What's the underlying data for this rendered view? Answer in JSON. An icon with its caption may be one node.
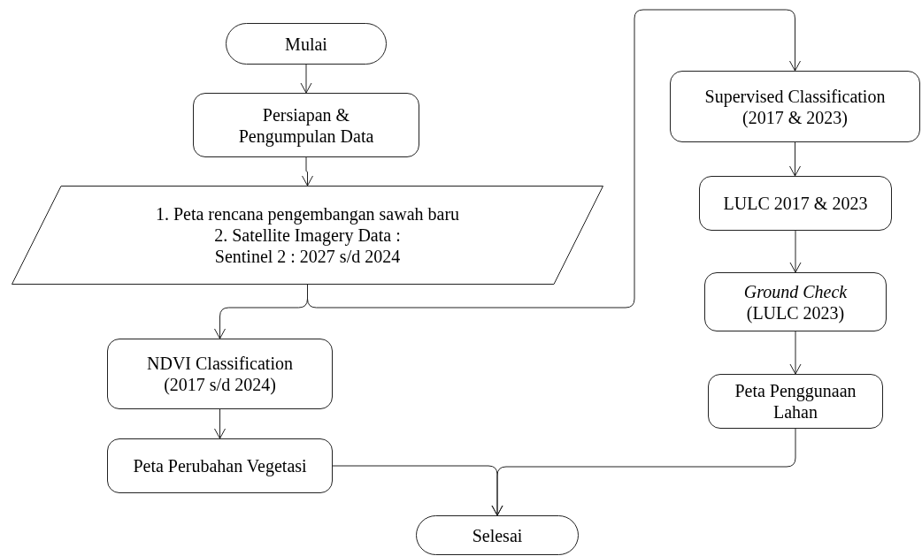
{
  "diagram": {
    "nodes": [
      {
        "text": [
          "Mulai"
        ]
      },
      {
        "text": [
          "Persiapan & Pengumpulan Data"
        ]
      },
      {
        "text": [
          "1. Peta rencana pengembangan sawah baru",
          "2. Satellite Imagery Data : Sentinel 2 : 2027 s/d 2024"
        ]
      },
      {
        "text": [
          "NDVI Classification (2017 s/d 2024)"
        ]
      },
      {
        "text": [
          "Peta Perubahan Vegetasi"
        ]
      },
      {
        "text": [
          "Supervised Classification (2017 & 2023)"
        ]
      },
      {
        "text": [
          "LULC 2017 & 2023"
        ]
      },
      {
        "text": [
          "*Ground Check* (LULC 2023)"
        ]
      },
      {
        "text": [
          "Peta Penggunaan Lahan"
        ]
      },
      {
        "text": [
          "Selesai"
        ]
      }
    ],
    "edges": [
      {
        "from": 0,
        "to": 1,
        "arrow": "to"
      },
      {
        "from": 1,
        "to": 2,
        "arrow": "to"
      },
      {
        "from": 2,
        "to": 3,
        "arrow": "to"
      },
      {
        "from": 2,
        "to": 5,
        "arrow": "to"
      },
      {
        "from": 3,
        "to": 4,
        "arrow": "to"
      },
      {
        "from": 5,
        "to": 6,
        "arrow": "to"
      },
      {
        "from": 6,
        "to": 7,
        "arrow": "to"
      },
      {
        "from": 7,
        "to": 8,
        "arrow": "to"
      },
      {
        "from": 4,
        "to": 9,
        "arrow": "to"
      },
      {
        "from": 8,
        "to": 9,
        "arrow": "to"
      }
    ]
  }
}
